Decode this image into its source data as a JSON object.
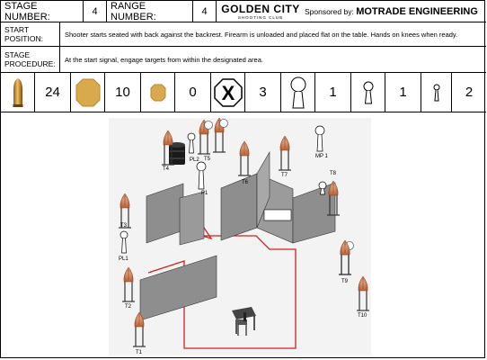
{
  "header": {
    "stage_label": "STAGE NUMBER:",
    "stage_value": "4",
    "range_label": "RANGE NUMBER:",
    "range_value": "4",
    "logo_text": "GOLDEN CITY",
    "logo_sub": "SHOOTING CLUB",
    "sponsor_label": "Sponsored by:",
    "sponsor_name": "MOTRADE ENGINEERING"
  },
  "start": {
    "label_line1": "START",
    "label_line2": "POSITION:",
    "text": "Shooter starts seated with back against the backrest. Firearm is unloaded and placed flat on the table. Hands on knees when ready."
  },
  "procedure": {
    "label_line1": "STAGE",
    "label_line2": "PROCEDURE:",
    "text": "At the start signal, engage targets from within the designated area."
  },
  "counts": {
    "rounds": "24",
    "paper_targets": "10",
    "mini_targets": "0",
    "no_shoot": "3",
    "large_poppers": "1",
    "small_poppers": "1",
    "mini_poppers": "2"
  },
  "diagram": {
    "labels": {
      "t1": "T1",
      "t2": "T2",
      "t3": "T3",
      "t4": "T4",
      "t5": "T5",
      "t6": "T6",
      "t7": "T7",
      "t8": "T8",
      "t9": "T9",
      "t10": "T10",
      "p1": "P1",
      "pl1": "PL1",
      "pl2": "PL2",
      "mp1": "MP 1"
    },
    "colors": {
      "fault_line": "#cc2222",
      "wall": "#8a8a8a",
      "target": "#c97a4e"
    }
  }
}
